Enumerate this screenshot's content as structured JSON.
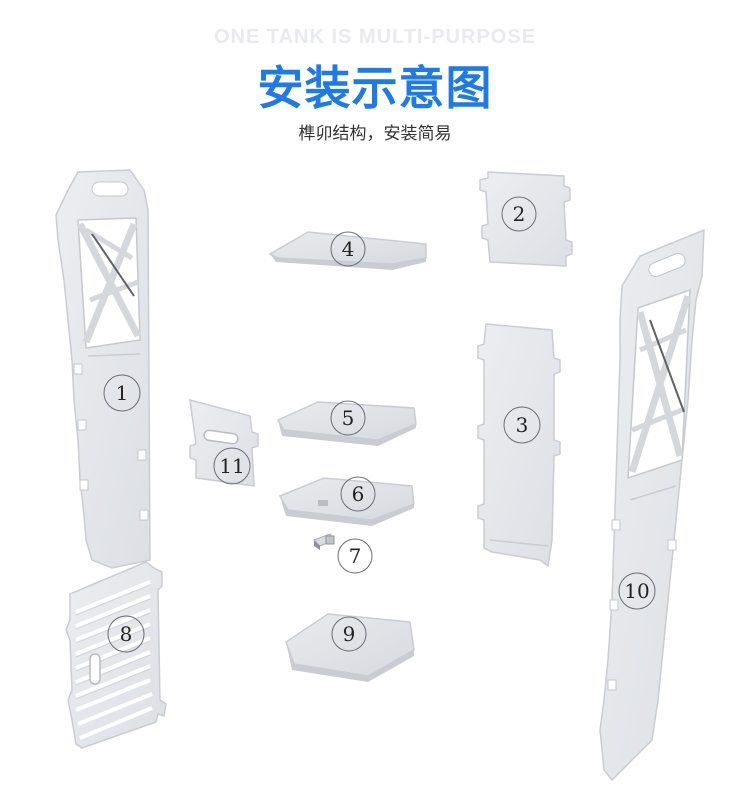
{
  "header": {
    "eyebrow": "ONE TANK IS MULTI-PURPOSE",
    "title": "安装示意图",
    "subtitle": "榫卯结构，安装简易"
  },
  "colors": {
    "title": "#1e7ae6",
    "eyebrow": "#e9eaee",
    "panel_fill": "#e4e6ea",
    "panel_edge": "#c9cdd3",
    "panel_dark": "#b9bcc2"
  },
  "parts": {
    "p1": "1",
    "p2": "2",
    "p3": "3",
    "p4": "4",
    "p5": "5",
    "p6": "6",
    "p7": "7",
    "p8": "8",
    "p9": "9",
    "p10": "10",
    "p11": "11"
  }
}
